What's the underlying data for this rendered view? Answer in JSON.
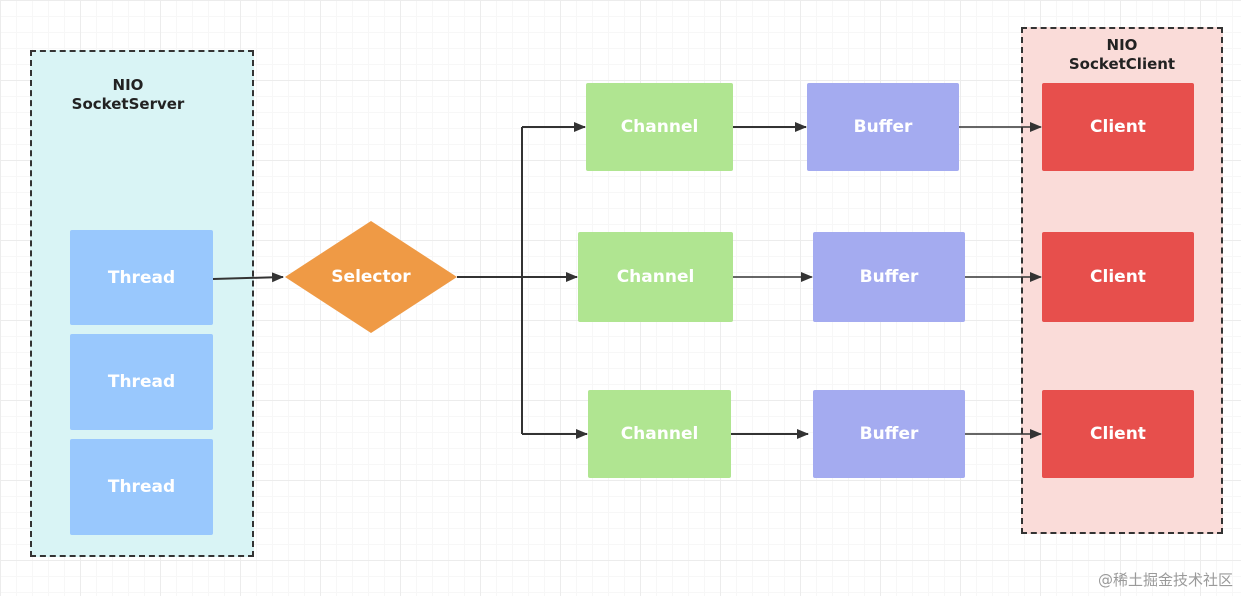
{
  "server_group": {
    "title_line1": "NIO",
    "title_line2": "SocketServer",
    "fill": "#d9f4f5"
  },
  "client_group": {
    "title_line1": "NIO",
    "title_line2": "SocketClient",
    "fill": "#fadcd9"
  },
  "threads": [
    {
      "label": "Thread"
    },
    {
      "label": "Thread"
    },
    {
      "label": "Thread"
    }
  ],
  "selector": {
    "label": "Selector",
    "color": "#ef9a45"
  },
  "channels": [
    {
      "label": "Channel"
    },
    {
      "label": "Channel"
    },
    {
      "label": "Channel"
    }
  ],
  "buffers": [
    {
      "label": "Buffer"
    },
    {
      "label": "Buffer"
    },
    {
      "label": "Buffer"
    }
  ],
  "clients": [
    {
      "label": "Client"
    },
    {
      "label": "Client"
    },
    {
      "label": "Client"
    }
  ],
  "colors": {
    "thread": "#99c8fd",
    "channel": "#b0e591",
    "buffer": "#a4abf0",
    "client": "#e74f4c",
    "edge": "#333333"
  },
  "watermark": "@稀土掘金技术社区"
}
